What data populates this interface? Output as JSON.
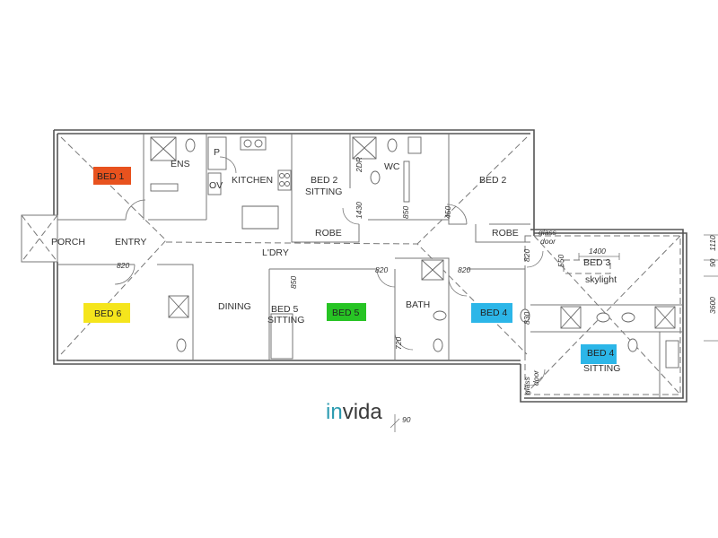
{
  "colors": {
    "bed1": "#e8521e",
    "bed6": "#f5e51c",
    "bed5": "#27c424",
    "bed4": "#2cb6e8",
    "logo_accent": "#2b9bb0"
  },
  "rooms": {
    "bed1": "BED 1",
    "ens": "ENS",
    "p": "P",
    "ov": "OV",
    "kitchen": "KITCHEN",
    "bed2_sitting_1": "BED 2",
    "bed2_sitting_2": "SITTING",
    "wc": "WC",
    "bed2": "BED 2",
    "robe1": "ROBE",
    "robe2": "ROBE",
    "porch": "PORCH",
    "entry": "ENTRY",
    "ldry": "L'DRY",
    "bed6": "BED 6",
    "dining": "DINING",
    "bed5_sitting_1": "BED 5",
    "bed5_sitting_2": "SITTING",
    "bed5": "BED 5",
    "bath": "BATH",
    "bed4": "BED 4",
    "bed3": "BED 3",
    "skylight": "skylight",
    "bed4_sitting_1": "BED 4",
    "bed4_sitting_2": "SITTING",
    "glass_door_1a": "glass",
    "glass_door_1b": "door",
    "glass_door_2a": "glass",
    "glass_door_2b": "door"
  },
  "dimensions": {
    "d820_a": "820",
    "d820_b": "820",
    "d820_c": "820",
    "d850_a": "850",
    "d850_b": "850",
    "d450": "450",
    "d1430": "1430",
    "d2dr": "2DR",
    "d720": "720",
    "d820_side": "820",
    "d830": "830",
    "d550": "550",
    "d1400": "1400",
    "d90": "90",
    "edge_1110": "1110",
    "edge_90": "90",
    "edge_3600": "3600"
  },
  "logo": {
    "part1": "in",
    "part2": "vida"
  }
}
